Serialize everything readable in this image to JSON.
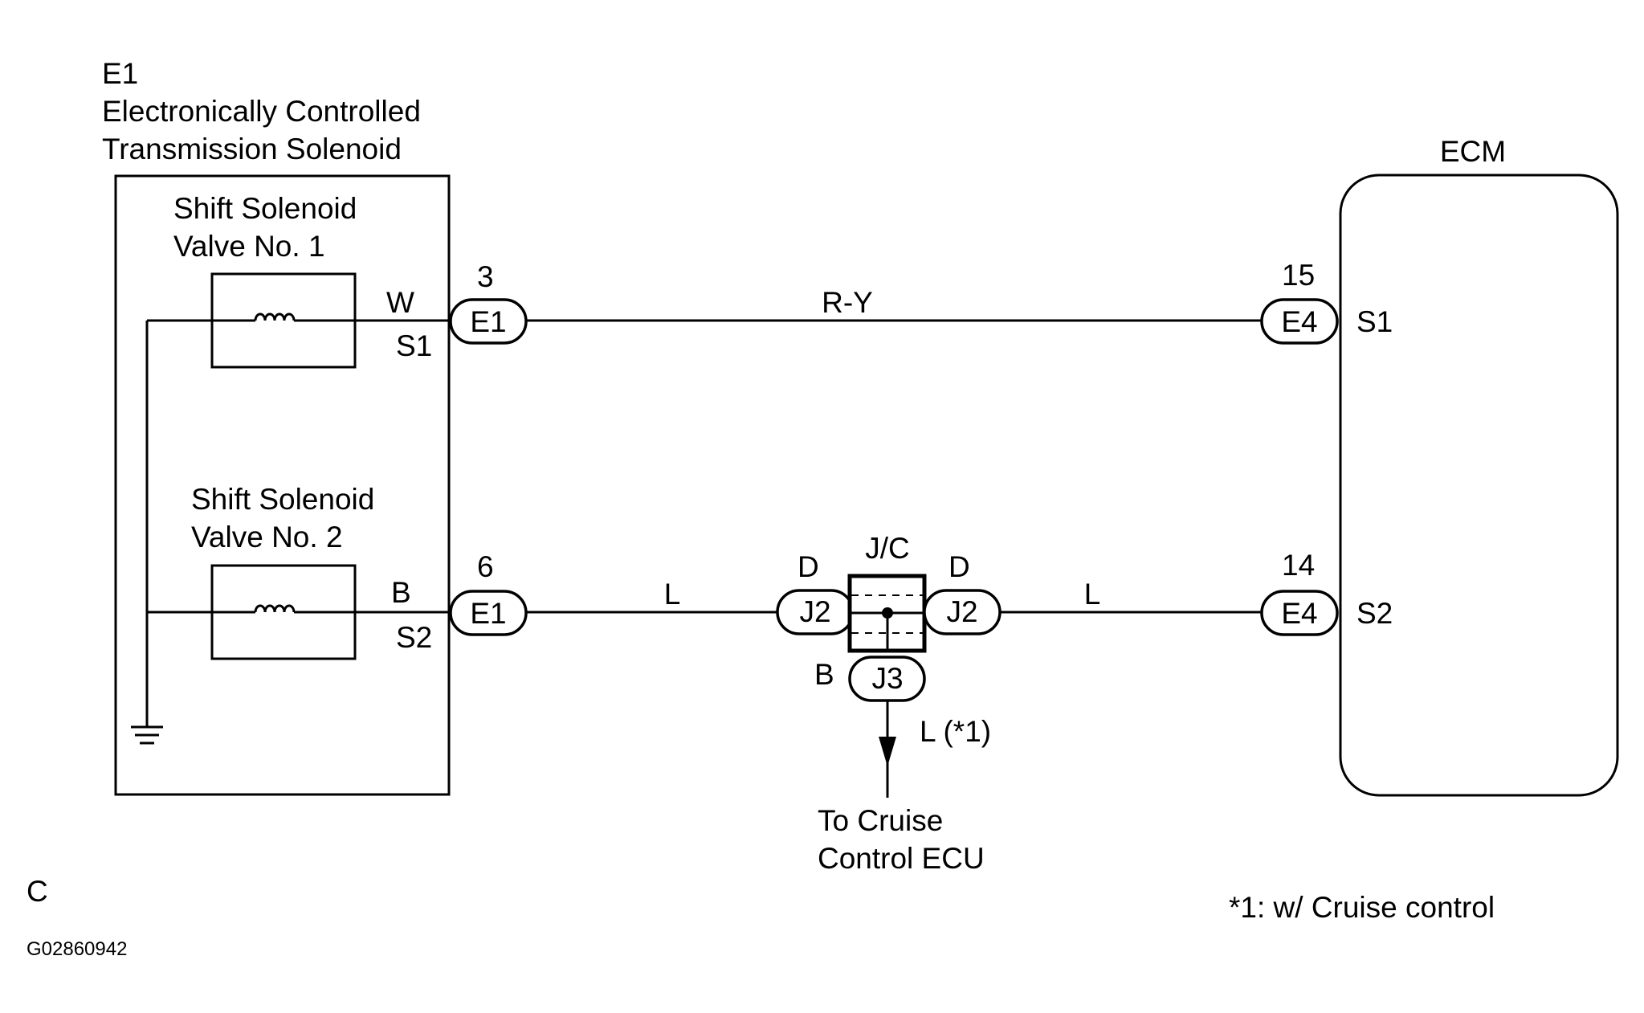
{
  "component": {
    "code": "E1",
    "name_line1": "Electronically Controlled",
    "name_line2": "Transmission Solenoid"
  },
  "valve1": {
    "name_line1": "Shift Solenoid",
    "name_line2": "Valve No. 1",
    "wire_color": "W",
    "terminal": "S1",
    "pin": "3",
    "connector": "E1"
  },
  "valve2": {
    "name_line1": "Shift Solenoid",
    "name_line2": "Valve No. 2",
    "wire_color": "B",
    "terminal": "S2",
    "pin": "6",
    "connector": "E1"
  },
  "wire_s1": {
    "color": "R-Y"
  },
  "wire_s2": {
    "color_left": "L",
    "color_right": "L"
  },
  "junction": {
    "label": "J/C",
    "left_pin": "D",
    "left_connector": "J2",
    "right_pin": "D",
    "right_connector": "J2",
    "bottom_pin": "B",
    "bottom_connector": "J3",
    "branch_wire": "L (*1)",
    "branch_dest_line1": "To Cruise",
    "branch_dest_line2": "Control ECU"
  },
  "ecm": {
    "label": "ECM",
    "s1_pin": "15",
    "s1_connector": "E4",
    "s1_terminal": "S1",
    "s2_pin": "14",
    "s2_connector": "E4",
    "s2_terminal": "S2"
  },
  "footnote": "*1: w/ Cruise control",
  "corner_letter": "C",
  "figure_id": "G02860942"
}
